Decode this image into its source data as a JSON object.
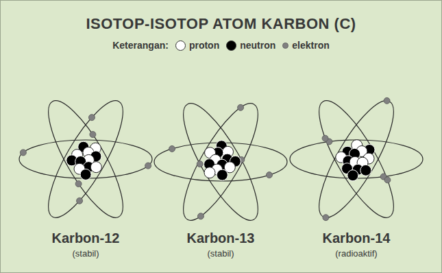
{
  "diagram": {
    "title": "ISOTOP-ISOTOP ATOM KARBON (C)",
    "labels": [
      "Keterangan:",
      "Karbon-12",
      "(stabil)",
      "Karbon-13",
      "(stabil)",
      "Karbon-14",
      "(radioaktif)"
    ],
    "legend": [
      {
        "text": "proton",
        "color": "#ffffff"
      },
      {
        "text": "neutron",
        "color": "#000000"
      },
      {
        "text": "elektron",
        "color": "#808080"
      }
    ]
  }
}
